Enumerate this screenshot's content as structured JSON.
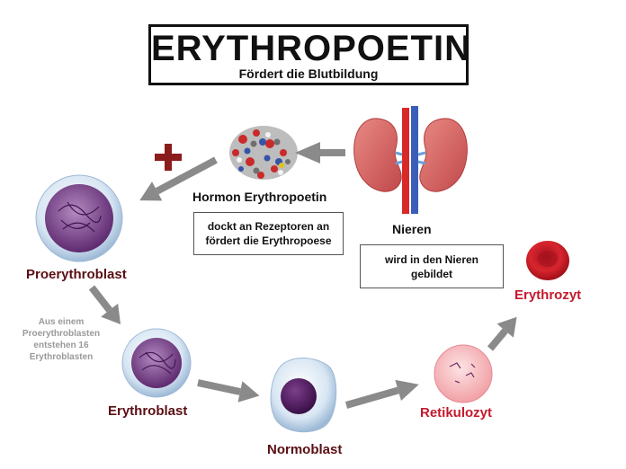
{
  "title": {
    "main": "ERYTHROPOETIN",
    "subtitle": "Fördert die Blutbildung"
  },
  "hormone": {
    "label": "Hormon Erythropoetin",
    "note": "dockt an Rezeptoren an fördert die Erythropoese"
  },
  "kidneys": {
    "label": "Nieren",
    "note": "wird in den Nieren gebildet"
  },
  "cells": {
    "proerythroblast": "Proerythroblast",
    "erythroblast": "Erythroblast",
    "normoblast": "Normoblast",
    "retikulozyt": "Retikulozyt",
    "erythrozyt": "Erythrozyt"
  },
  "side_note": "Aus einem Proerythroblasten entstehen 16 Erythroblasten",
  "colors": {
    "plus": "#8b1c1c",
    "arrow": "#8a8a8a",
    "label_maroon": "#5a0f14",
    "label_red": "#c5192d"
  }
}
